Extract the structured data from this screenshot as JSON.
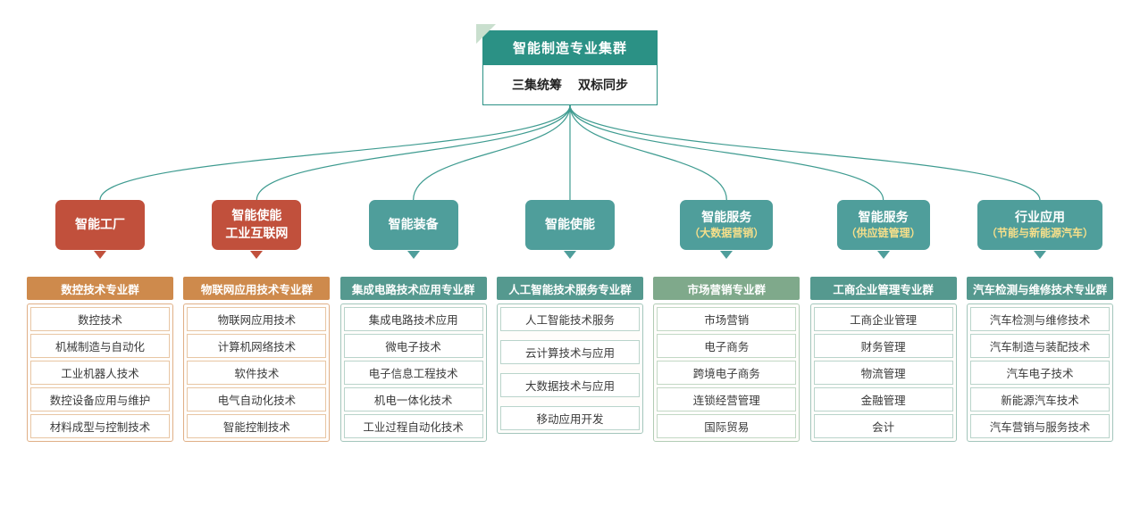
{
  "cluster": {
    "title": "智能制造专业集群",
    "subtitle_left": "三集统筹",
    "subtitle_right": "双标同步"
  },
  "colors": {
    "teal_dark": "#2B9185",
    "teal_label": "#4F9E9B",
    "red_label": "#C1503C",
    "orange_header": "#CE8A4C",
    "teal_header": "#55998F",
    "olive_header": "#7FA98B",
    "accent_yellow": "#F7DF8A",
    "connector": "#3E9B90",
    "fold_green": "#C9DFCE"
  },
  "branches": [
    {
      "label": "智能工厂",
      "header": "数控技术专业群",
      "items": [
        "数控技术",
        "机械制造与自动化",
        "工业机器人技术",
        "数控设备应用与维护",
        "材料成型与控制技术"
      ]
    },
    {
      "label": "智能使能",
      "label2": "工业互联网",
      "header": "物联网应用技术专业群",
      "items": [
        "物联网应用技术",
        "计算机网络技术",
        "软件技术",
        "电气自动化技术",
        "智能控制技术"
      ]
    },
    {
      "label": "智能装备",
      "header": "集成电路技术应用专业群",
      "items": [
        "集成电路技术应用",
        "微电子技术",
        "电子信息工程技术",
        "机电一体化技术",
        "工业过程自动化技术"
      ]
    },
    {
      "label": "智能使能",
      "header": "人工智能技术服务专业群",
      "items": [
        "人工智能技术服务",
        "云计算技术与应用",
        "大数据技术与应用",
        "移动应用开发"
      ]
    },
    {
      "label": "智能服务",
      "label2": "（大数据营销）",
      "header": "市场营销专业群",
      "items": [
        "市场营销",
        "电子商务",
        "跨境电子商务",
        "连锁经营管理",
        "国际贸易"
      ]
    },
    {
      "label": "智能服务",
      "label2": "（供应链管理）",
      "header": "工商企业管理专业群",
      "items": [
        "工商企业管理",
        "财务管理",
        "物流管理",
        "金融管理",
        "会计"
      ]
    },
    {
      "label": "行业应用",
      "label2": "（节能与新能源汽车）",
      "header": "汽车检测与维修技术专业群",
      "items": [
        "汽车检测与维修技术",
        "汽车制造与装配技术",
        "汽车电子技术",
        "新能源汽车技术",
        "汽车营销与服务技术"
      ]
    }
  ]
}
